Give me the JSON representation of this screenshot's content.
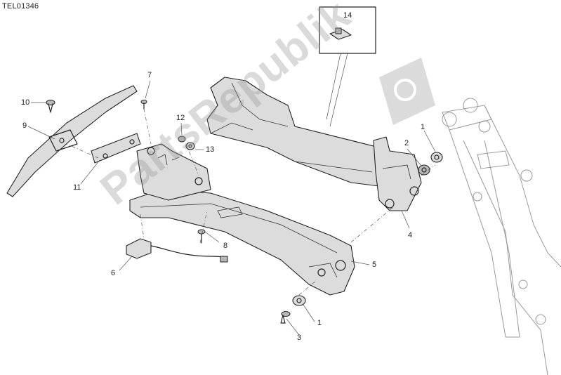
{
  "diagram_code": "TEL01346",
  "watermark": "PartsRepublik",
  "callouts": {
    "c1a": "1",
    "c1b": "1",
    "c2": "2",
    "c3": "3",
    "c4": "4",
    "c5": "5",
    "c6": "6",
    "c7": "7",
    "c8": "8",
    "c9": "9",
    "c10": "10",
    "c11": "11",
    "c12": "12",
    "c13": "13",
    "c14": "14"
  },
  "colors": {
    "ink": "#222222",
    "shade": "#dcdcdc",
    "watermark": "#969696"
  }
}
